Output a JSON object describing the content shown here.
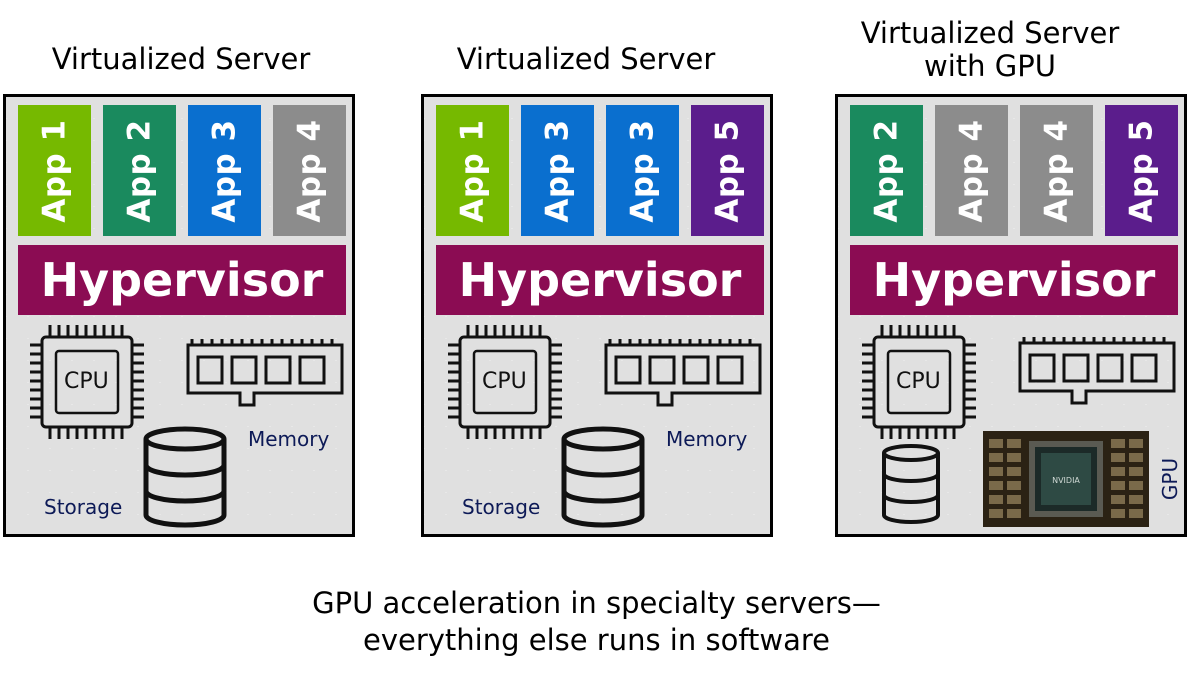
{
  "servers": [
    {
      "title": "Virtualized Server",
      "apps": [
        {
          "label": "App 1",
          "color": "#76b900"
        },
        {
          "label": "App 2",
          "color": "#1a8a5e"
        },
        {
          "label": "App 3",
          "color": "#0a6fcf"
        },
        {
          "label": "App 4",
          "color": "#8c8c8c"
        }
      ],
      "hypervisor": "Hypervisor",
      "cpu_label": "CPU",
      "memory_label": "Memory",
      "storage_label": "Storage"
    },
    {
      "title": "Virtualized Server",
      "apps": [
        {
          "label": "App 1",
          "color": "#76b900"
        },
        {
          "label": "App 3",
          "color": "#0a6fcf"
        },
        {
          "label": "App 3",
          "color": "#0a6fcf"
        },
        {
          "label": "App 5",
          "color": "#5b1d8c"
        }
      ],
      "hypervisor": "Hypervisor",
      "cpu_label": "CPU",
      "memory_label": "Memory",
      "storage_label": "Storage"
    },
    {
      "title": "Virtualized Server\nwith GPU",
      "apps": [
        {
          "label": "App 2",
          "color": "#1a8a5e"
        },
        {
          "label": "App 4",
          "color": "#8c8c8c"
        },
        {
          "label": "App 4",
          "color": "#8c8c8c"
        },
        {
          "label": "App 5",
          "color": "#5b1d8c"
        }
      ],
      "hypervisor": "Hypervisor",
      "cpu_label": "CPU",
      "gpu_label": "GPU",
      "gpu_chip_text": "NVIDIA"
    }
  ],
  "caption": {
    "line1": "GPU acceleration in specialty servers—",
    "line2": "everything else runs in software"
  },
  "colors": {
    "hypervisor": "#8b0c53",
    "label_text": "#0d1a57"
  }
}
